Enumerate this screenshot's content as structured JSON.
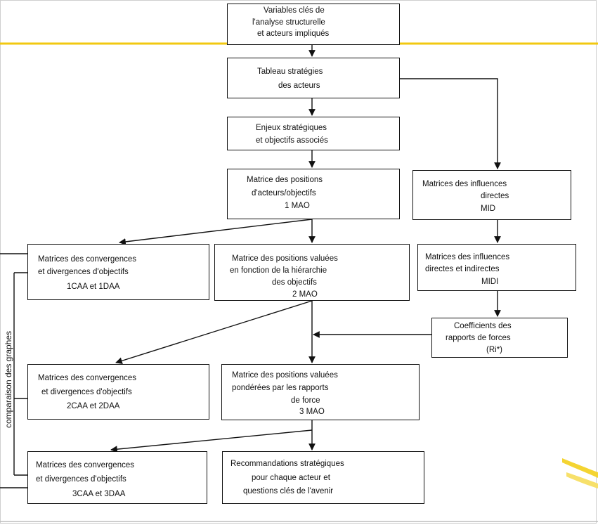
{
  "header_line_color": "#f2c811",
  "boxes": {
    "variables": [
      "Variables clés de",
      "l'analyse structurelle",
      "et acteurs impliqués"
    ],
    "tableau": [
      "Tableau stratégies",
      "des acteurs"
    ],
    "enjeux": [
      "Enjeux stratégiques",
      "et objectifs associés"
    ],
    "mao1": [
      "Matrice des positions",
      "d'acteurs/objectifs",
      "1 MAO"
    ],
    "mid": [
      "Matrices des influences",
      "directes",
      "MID"
    ],
    "caa1": [
      "Matrices des convergences",
      "et divergences d'objectifs",
      "1CAA et 1DAA"
    ],
    "mao2": [
      "Matrice des positions valuées",
      "en fonction de la hiérarchie",
      "des objectifs",
      "2 MAO"
    ],
    "midi": [
      "Matrices des influences",
      "directes et indirectes",
      "MIDI"
    ],
    "ri": [
      "Coefficients des",
      "rapports de forces",
      "(Ri*)"
    ],
    "caa2": [
      "Matrices des convergences",
      "et divergences d'objectifs",
      "2CAA et 2DAA"
    ],
    "mao3": [
      "Matrice  des positions valuées",
      "pondérées par les rapports",
      "de force",
      "3 MAO"
    ],
    "caa3": [
      "Matrices des convergences",
      "et divergences d'objectifs",
      "3CAA et 3DAA"
    ],
    "reco": [
      "Recommandations stratégiques",
      "pour chaque acteur et",
      "questions clés de l'avenir"
    ]
  },
  "side_label": "comparaison des graphes"
}
